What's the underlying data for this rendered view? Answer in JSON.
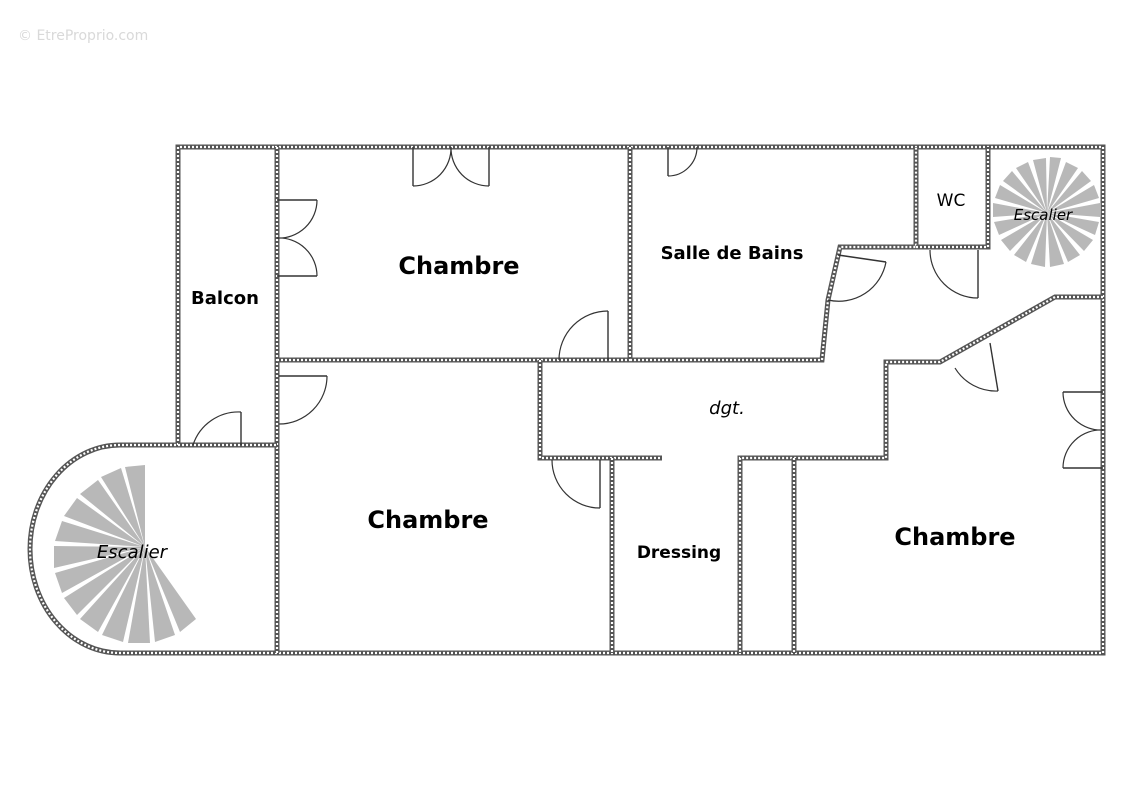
{
  "watermark": "© EtreProprio.com",
  "rooms": {
    "chambre_top": "Chambre",
    "chambre_middle": "Chambre",
    "chambre_right": "Chambre",
    "salle_de_bains": "Salle de Bains",
    "wc": "WC",
    "balcon": "Balcon",
    "degagement": "dgt.",
    "dressing": "Dressing",
    "escalier_left": "Escalier",
    "escalier_right": "Escalier"
  },
  "colors": {
    "wall": "#555555",
    "stairs": "#b8b8b8",
    "background": "#ffffff"
  }
}
